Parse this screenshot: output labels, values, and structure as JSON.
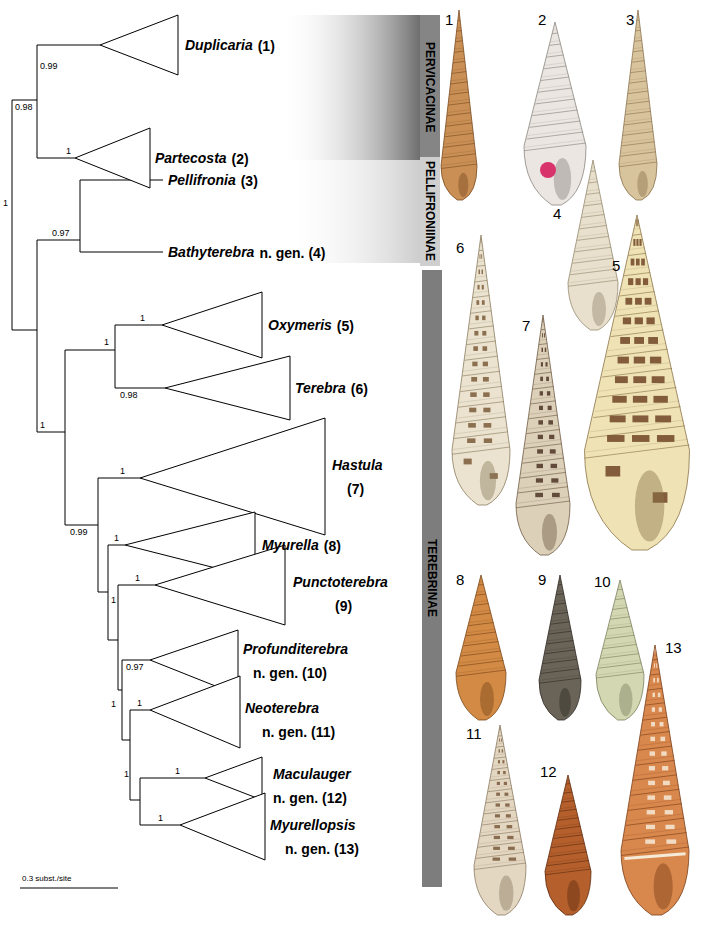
{
  "diagram": {
    "nodes": [
      {
        "text": [
          "PERVICACINAE"
        ]
      },
      {
        "text": [
          "PELLIFRONIINAE"
        ]
      },
      {
        "text": [
          "TEREBRINAE"
        ]
      }
    ],
    "labels": [
      "0.99",
      "0.98",
      "1",
      "1",
      "0.97",
      "1",
      "1",
      "0.98",
      "1",
      "1",
      "0.99",
      "1",
      "1",
      "1",
      "0.97",
      "1",
      "1",
      "1",
      "1",
      "1",
      "Duplicaria",
      "(1)",
      "Partecosta",
      "(2)",
      "Pellifronia",
      "(3)",
      "Bathyterebra",
      "n. gen. (4)",
      "Oxymeris",
      "(5)",
      "Terebra",
      "(6)",
      "Hastula",
      "(7)",
      "Myurella",
      "(8)",
      "Punctoterebra",
      "(9)",
      "Profunditerebra",
      "n. gen. (10)",
      "Neoterebra",
      "n. gen. (11)",
      "Maculauger",
      "n. gen. (12)",
      "Myurellopsis",
      "n. gen. (13)",
      "1",
      "2",
      "3",
      "4",
      "5",
      "6",
      "7",
      "8",
      "9",
      "10",
      "11",
      "12",
      "13",
      "0.3 subst./site"
    ]
  }
}
